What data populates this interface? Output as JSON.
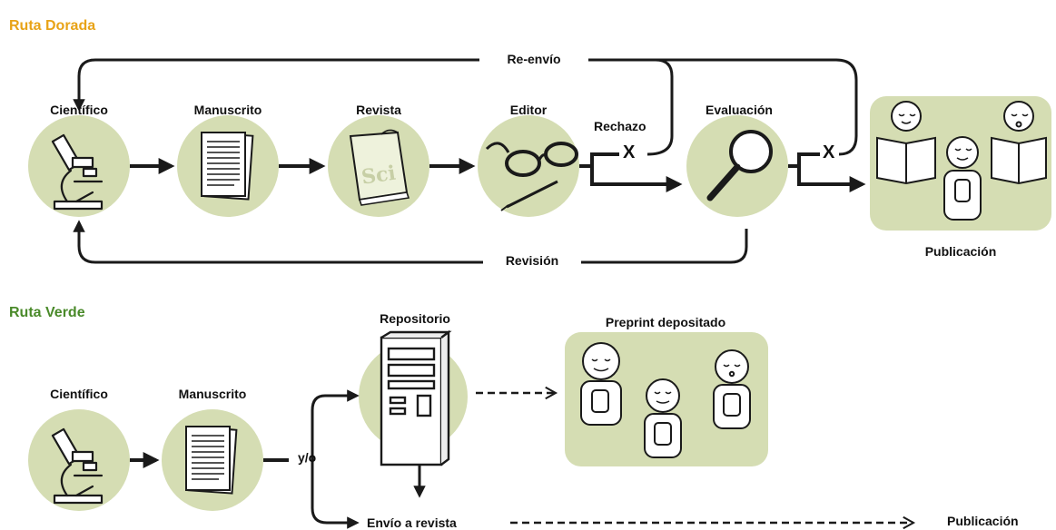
{
  "colors": {
    "gold": "#e8a317",
    "green": "#4a8a2a",
    "circle_fill": "#d5ddb3",
    "panel_fill": "#d5ddb3",
    "stroke": "#1a1a1a"
  },
  "gold_route": {
    "title": "Ruta Dorada",
    "nodes": [
      {
        "label": "Científico",
        "icon": "microscope-icon"
      },
      {
        "label": "Manuscrito",
        "icon": "document-icon"
      },
      {
        "label": "Revista",
        "icon": "journal-icon"
      },
      {
        "label": "Editor",
        "icon": "glasses-pencil-icon"
      },
      {
        "label": "Evaluación",
        "icon": "magnifier-icon"
      }
    ],
    "readers_label": "Publicación",
    "feedback": {
      "resubmit": "Re-envío",
      "revision": "Revisión",
      "rejection": "Rechazo",
      "reject_mark": "X"
    }
  },
  "green_route": {
    "title": "Ruta Verde",
    "nodes": [
      {
        "label": "Científico",
        "icon": "microscope-icon"
      },
      {
        "label": "Manuscrito",
        "icon": "document-icon"
      }
    ],
    "repository_label": "Repositorio",
    "split_label": "y/o",
    "preprint_label": "Preprint depositado",
    "journal_submission_label": "Envío a revista",
    "publication_label": "Publicación"
  }
}
